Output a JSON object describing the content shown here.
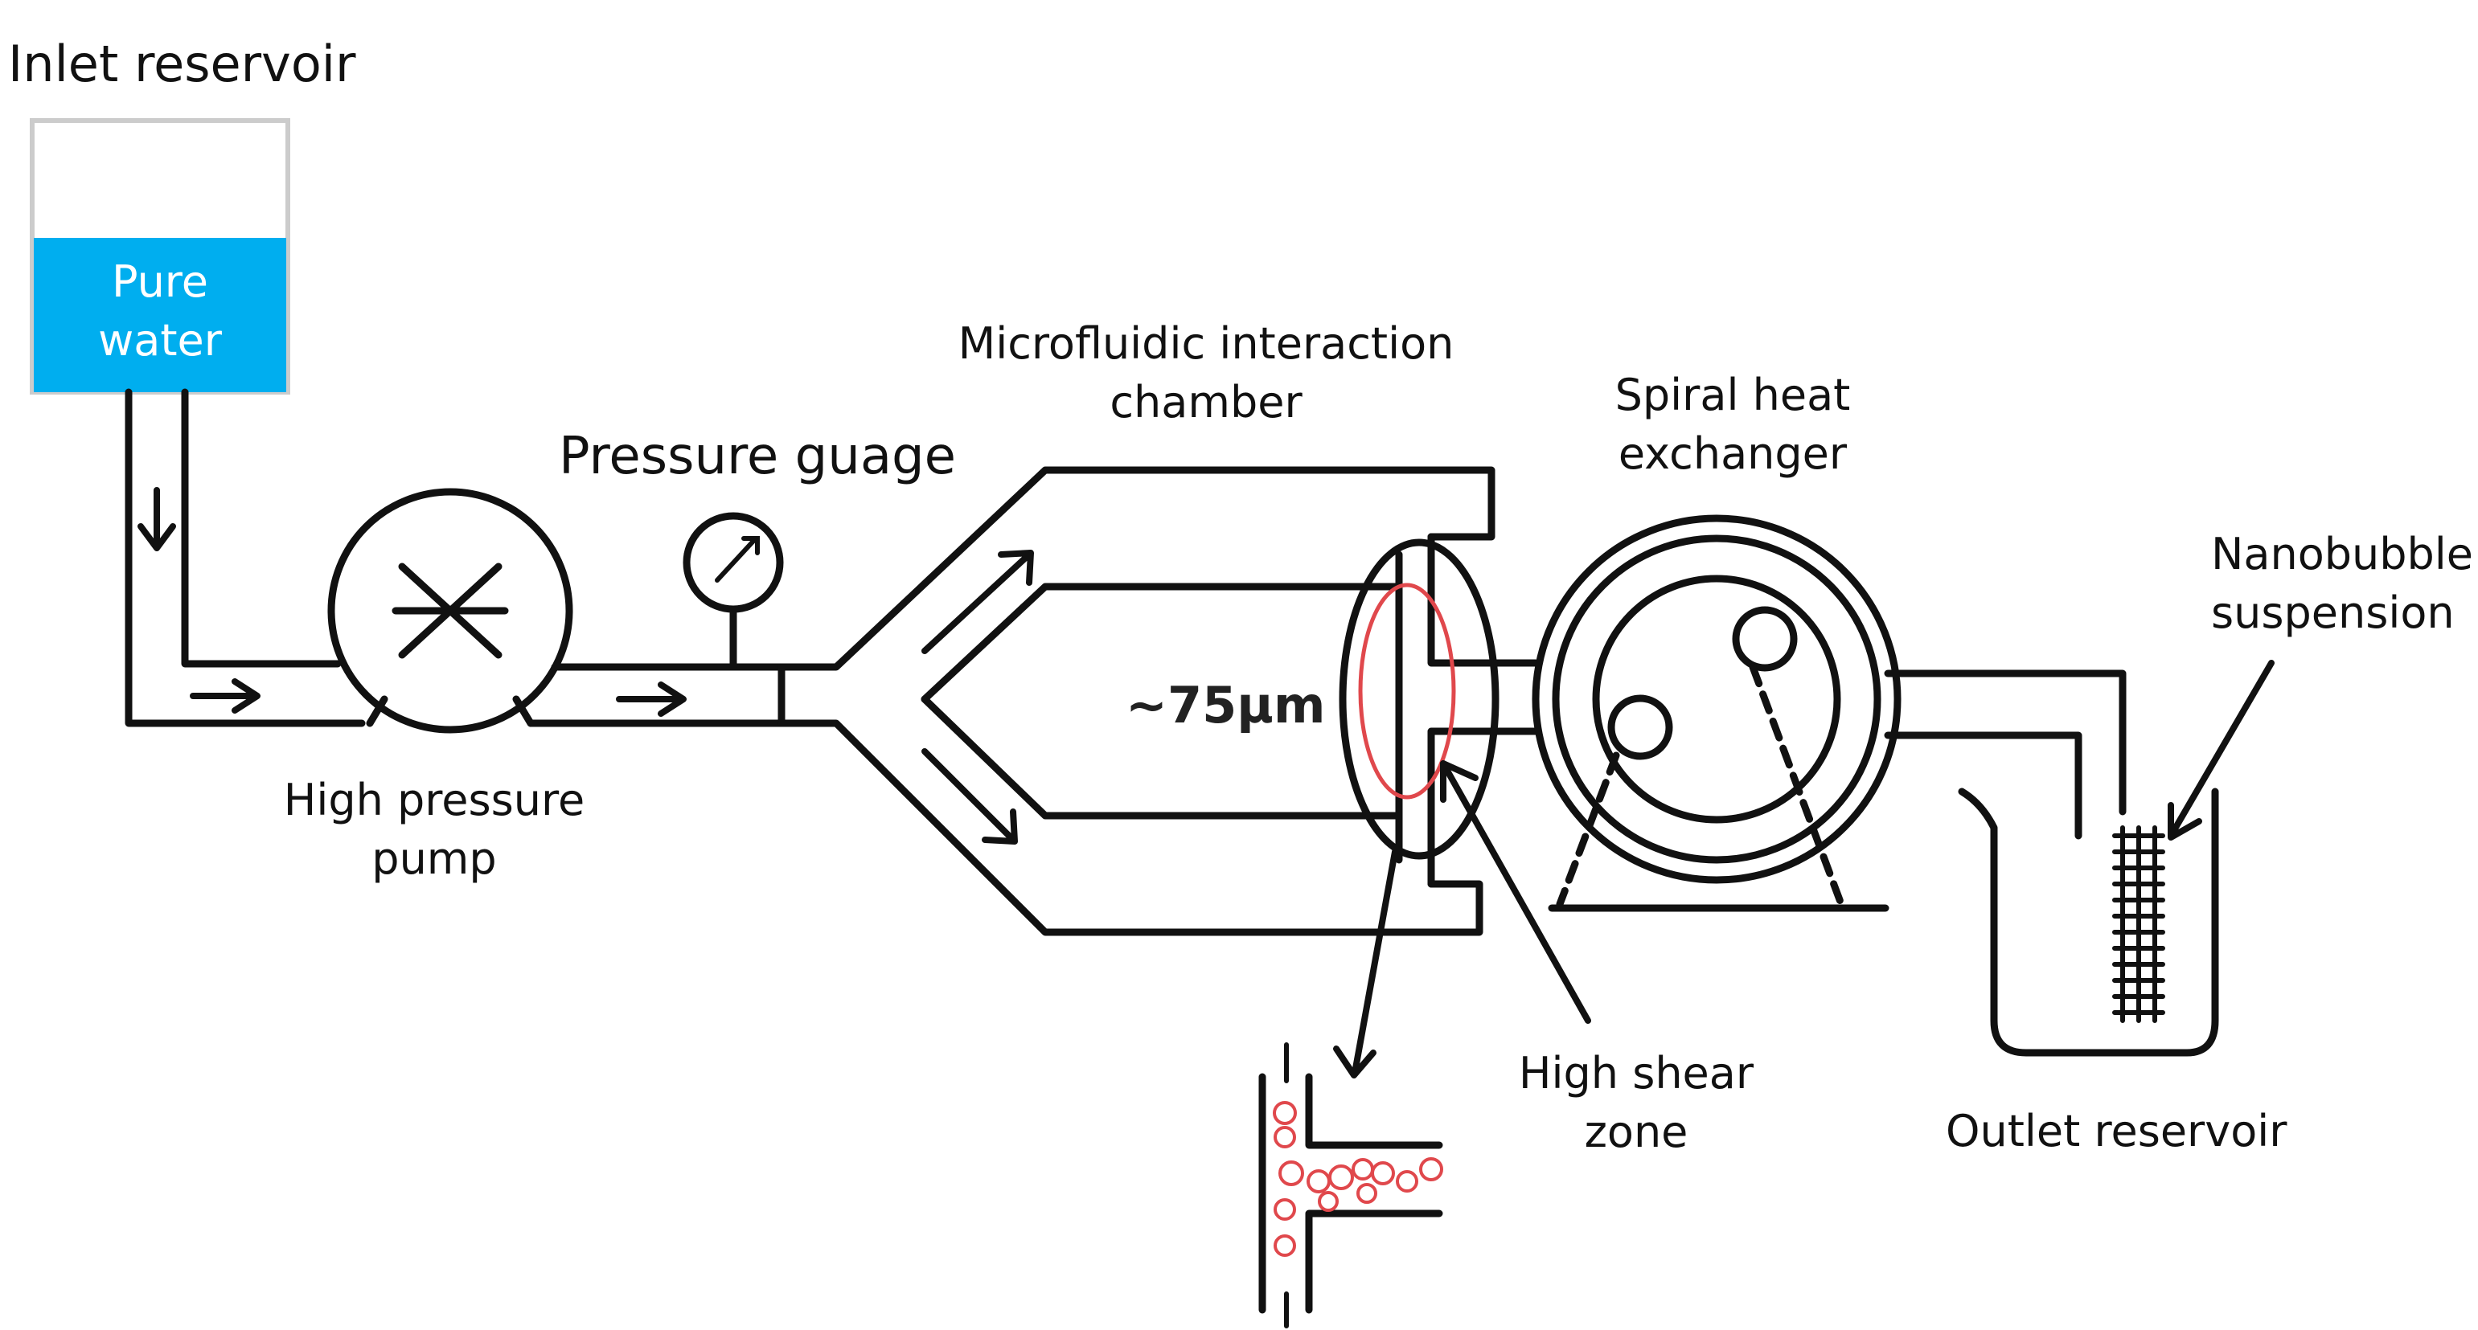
{
  "labels": {
    "inlet_reservoir": "Inlet reservoir",
    "reservoir_content": [
      "Pure",
      "water"
    ],
    "pressure_gauge": "Pressure guage",
    "pump": [
      "High  pressure",
      "pump"
    ],
    "chamber": [
      "Microfluidic interaction",
      "chamber"
    ],
    "channel_width": "~75µm",
    "heat_exchanger": [
      "Spiral heat",
      "exchanger"
    ],
    "nanobubble": [
      "Nanobubble",
      "suspension"
    ],
    "shear_zone": [
      "High shear",
      "zone"
    ],
    "outlet_reservoir": "Outlet reservoir"
  },
  "colors": {
    "water": "#00aeef",
    "shear_highlight": "#e0484c",
    "line": "#111111"
  },
  "icons": [
    "pump-impeller-icon",
    "gauge-dial-icon",
    "beaker-icon",
    "bubble-icon"
  ]
}
